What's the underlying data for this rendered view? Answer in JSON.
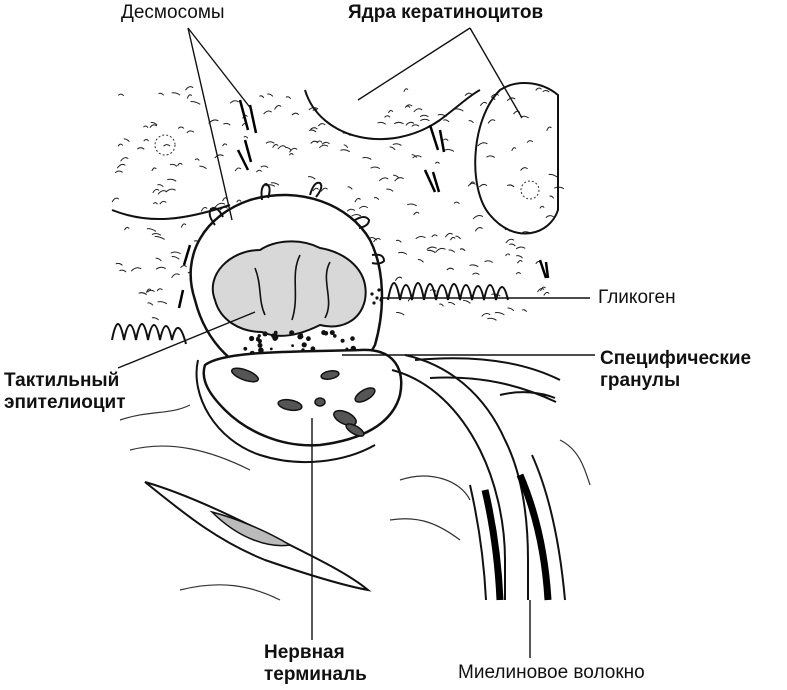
{
  "labels": {
    "desmosomes": "Десмосомы",
    "keratinocyte_nuclei": "Ядра кератиноцитов",
    "glycogen": "Гликоген",
    "specific_granules": "Специфические\nгранулы",
    "tactile_epitheliocyte": "Тактильный\nэпителиоцит",
    "nerve_terminal": "Нервная\nтерминаль",
    "myelin_fiber": "Миелиновое волокно"
  }
}
